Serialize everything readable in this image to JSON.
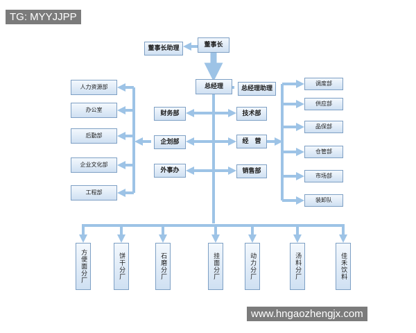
{
  "watermark_top": "TG: MYYJJPP",
  "watermark_bottom": "www.hngaozhengjx.com",
  "colors": {
    "box_border": "#7d9fc4",
    "box_fill": "#d6e6f5",
    "arrow": "#9dc3e6"
  },
  "chairman": "董事长",
  "chairman_assistant": "董事长助理",
  "general_manager": "总经理",
  "gm_assistant": "总经理助理",
  "left_depts": [
    "人力资源部",
    "办公室",
    "后勤部",
    "企业文化部",
    "工程部"
  ],
  "center_left": [
    "财务部",
    "企划部",
    "外事办"
  ],
  "center_right": [
    "技术部",
    "经　营",
    "销售部"
  ],
  "right_depts": [
    "调度部",
    "供应部",
    "品保部",
    "仓管部",
    "市场部",
    "装卸队"
  ],
  "factories": [
    "方便面分厂",
    "饼干分厂",
    "石磨分厂",
    "挂面分厂",
    "动力分厂",
    "汤料分厂",
    "佳禾饮料"
  ]
}
